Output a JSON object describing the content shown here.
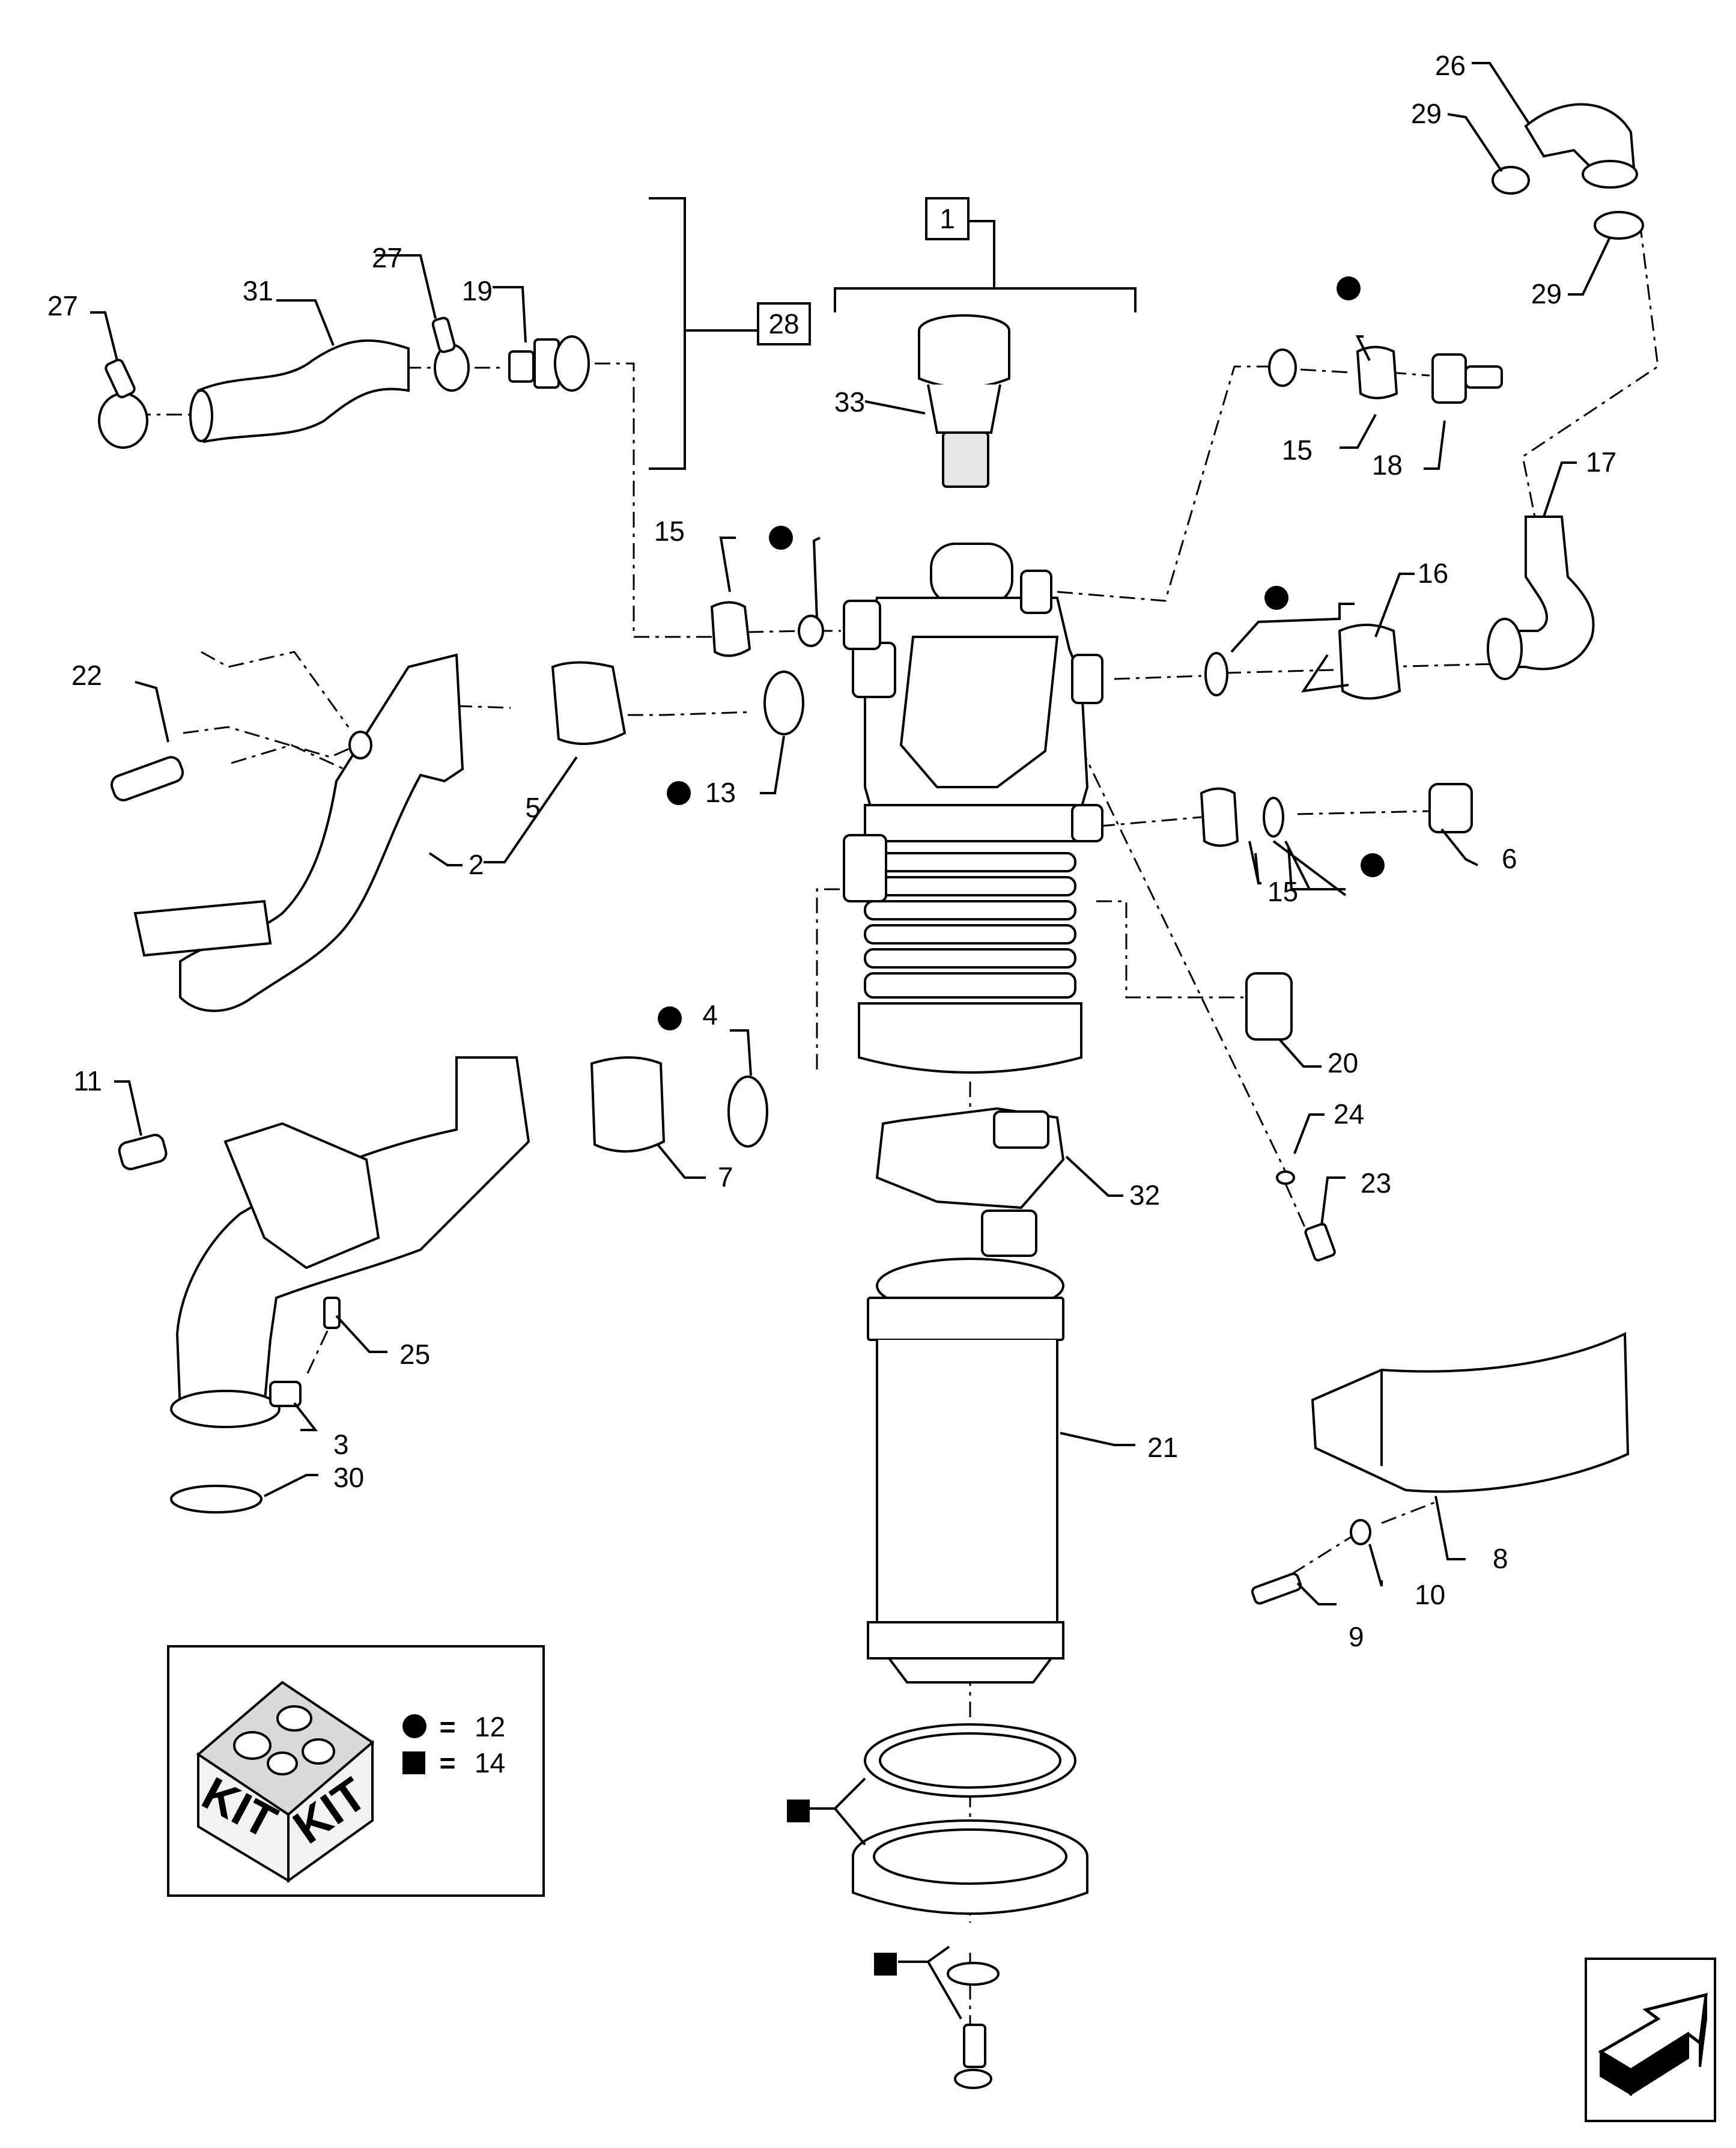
{
  "callouts": {
    "c1": "1",
    "c2": "2",
    "c3": "3",
    "c4": "4",
    "c5": "5",
    "c6": "6",
    "c7": "7",
    "c8": "8",
    "c9": "9",
    "c10": "10",
    "c11": "11",
    "c13": "13",
    "c15a": "15",
    "c15b": "15",
    "c15c": "15",
    "c16": "16",
    "c17": "17",
    "c18": "18",
    "c19": "19",
    "c20": "20",
    "c21": "21",
    "c22": "22",
    "c23": "23",
    "c24": "24",
    "c25": "25",
    "c26": "26",
    "c27a": "27",
    "c27b": "27",
    "c28": "28",
    "c29a": "29",
    "c29b": "29",
    "c30": "30",
    "c31": "31",
    "c32": "32",
    "c33": "33"
  },
  "legend": {
    "kit_word_left": "KIT",
    "kit_word_right": "KIT",
    "eq_circle": "=",
    "eq_square": "=",
    "circle_ref": "12",
    "square_ref": "14"
  },
  "icons": [
    "kit-box-icon",
    "circle-marker-icon",
    "square-marker-icon",
    "orientation-arrow-icon"
  ]
}
